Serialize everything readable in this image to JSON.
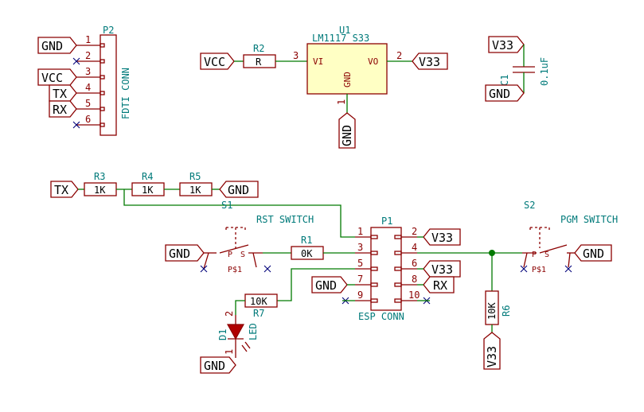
{
  "p2": {
    "ref": "P2",
    "value": "FDTI CONN",
    "pins": [
      "1",
      "2",
      "3",
      "4",
      "5",
      "6"
    ],
    "nets": {
      "gnd": "GND",
      "vcc": "VCC",
      "tx": "TX",
      "rx": "RX"
    }
  },
  "u1": {
    "ref": "U1",
    "value": "LM1117 S33",
    "pin_vi": "VI",
    "pin_vo": "VO",
    "pin_gnd": "GND",
    "pin1": "1",
    "pin2": "2",
    "pin3": "3",
    "net_in": "VCC",
    "net_out": "V33",
    "net_gnd": "GND"
  },
  "r2": {
    "ref": "R2",
    "value": "R"
  },
  "c1": {
    "ref": "C1",
    "value": "0.1uF",
    "net_top": "V33",
    "net_bot": "GND"
  },
  "tx_chain": {
    "net_in": "TX",
    "net_out": "GND",
    "r3": {
      "ref": "R3",
      "value": "1K"
    },
    "r4": {
      "ref": "R4",
      "value": "1K"
    },
    "r5": {
      "ref": "R5",
      "value": "1K"
    }
  },
  "s1": {
    "ref": "S1",
    "value": "RST SWITCH",
    "pin_p": "P",
    "pin_s": "S",
    "pad": "P$1",
    "net": "GND"
  },
  "s2": {
    "ref": "S2",
    "value": "PGM SWITCH",
    "pin_p": "P",
    "pin_s": "S",
    "pad": "P$1",
    "net": "GND"
  },
  "r1": {
    "ref": "R1",
    "value": "0K"
  },
  "r6": {
    "ref": "R6",
    "value": "10K",
    "net": "V33"
  },
  "r7": {
    "ref": "R7",
    "value": "10K"
  },
  "d1": {
    "ref": "D1",
    "value": "LED",
    "pin1": "1",
    "pin2": "2",
    "net": "GND"
  },
  "p1": {
    "ref": "P1",
    "value": "ESP CONN",
    "pins": [
      "1",
      "2",
      "3",
      "4",
      "5",
      "6",
      "7",
      "8",
      "9",
      "10"
    ],
    "nets": {
      "v33_a": "V33",
      "v33_b": "V33",
      "gnd": "GND",
      "rx": "RX"
    }
  }
}
